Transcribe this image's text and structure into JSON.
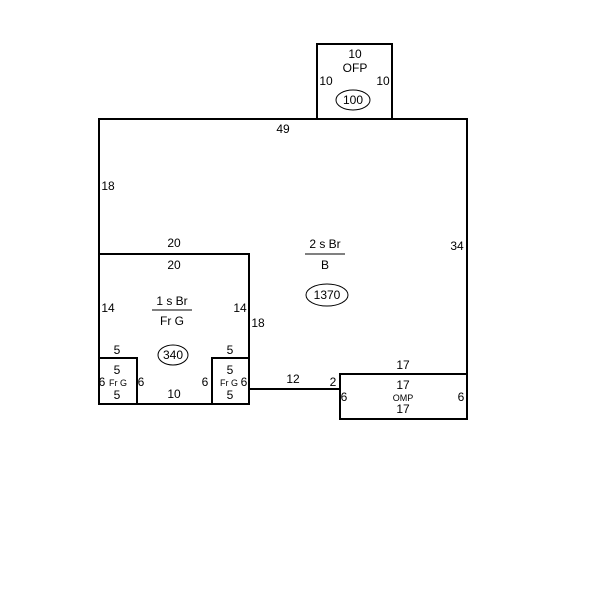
{
  "colors": {
    "line": "#000000",
    "background": "#ffffff"
  },
  "porch_ofp": {
    "top": "10",
    "label": "OFP",
    "left": "10",
    "right": "10",
    "area": "100"
  },
  "main_house": {
    "top": "49",
    "left": "18",
    "right": "34",
    "inner": "18",
    "label_top": "2 s Br",
    "label_bottom": "B",
    "area": "1370"
  },
  "garage": {
    "top_outer": "20",
    "top_inner": "20",
    "left": "14",
    "right": "14",
    "label_top": "1 s Br",
    "label_bottom": "Fr G",
    "area": "340",
    "bottom_middle": "10"
  },
  "left_bay": {
    "top": "5",
    "inner_top": "5",
    "left": "6",
    "label": "Fr G",
    "right": "6",
    "bottom": "5"
  },
  "right_bay": {
    "top": "5",
    "inner_top": "5",
    "left": "6",
    "label": "Fr G",
    "right": "6",
    "bottom": "5"
  },
  "connector": {
    "length": "12",
    "offset": "2"
  },
  "omp": {
    "top_outer": "17",
    "top_inner": "17",
    "label": "OMP",
    "left": "6",
    "right": "6",
    "bottom": "17"
  }
}
